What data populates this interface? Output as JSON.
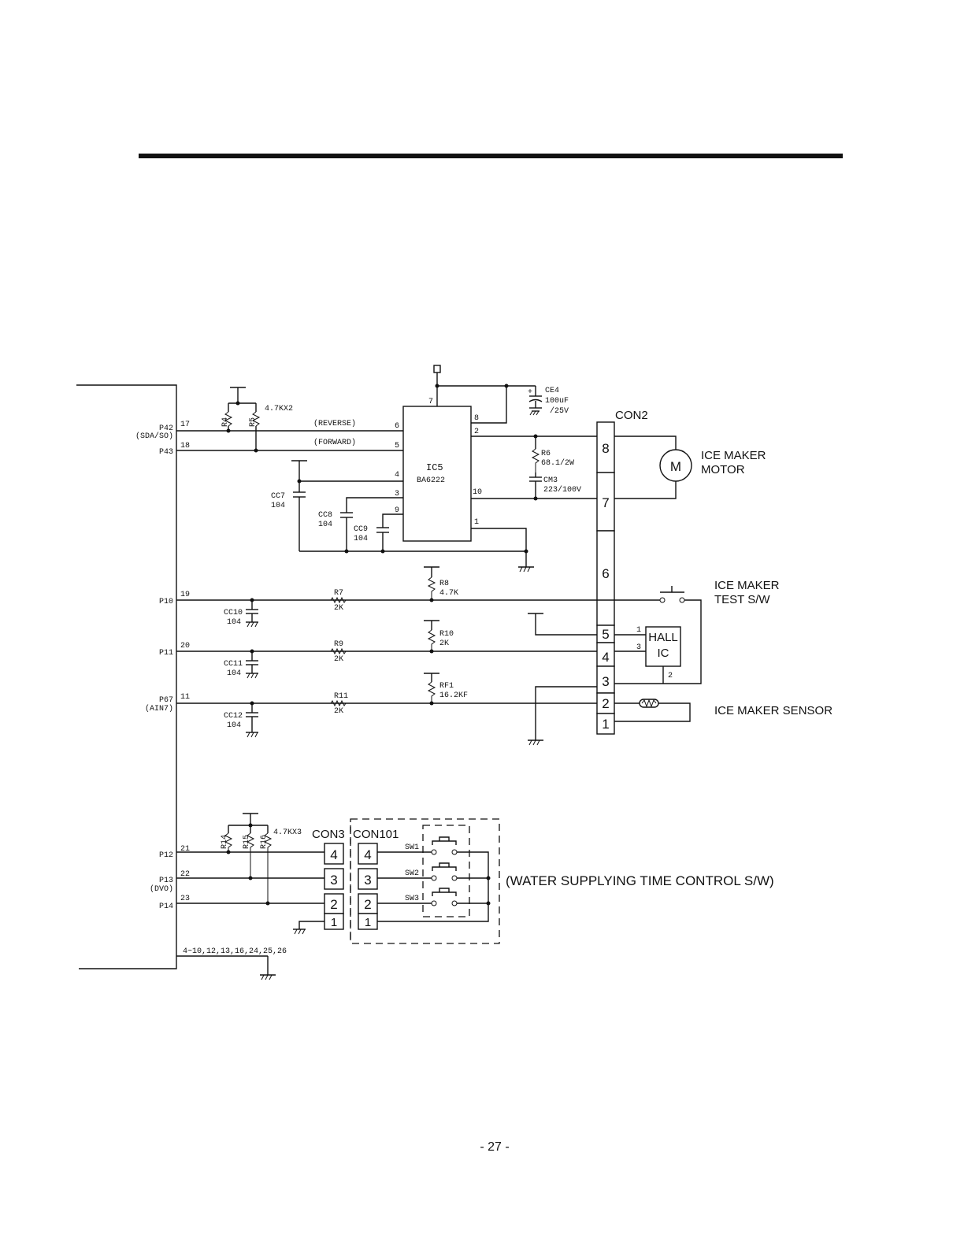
{
  "mcu": {
    "pins": [
      {
        "name": "P42",
        "num": "17"
      },
      {
        "name": "(SDA/SO)",
        "num": ""
      },
      {
        "name": "P43",
        "num": "18"
      },
      {
        "name": "P10",
        "num": "19"
      },
      {
        "name": "P11",
        "num": "20"
      },
      {
        "name": "P67",
        "num": "11"
      },
      {
        "name": "(AIN7)",
        "num": ""
      },
      {
        "name": "P12",
        "num": "21"
      },
      {
        "name": "P13",
        "num": "22"
      },
      {
        "name": "(DVO)",
        "num": ""
      },
      {
        "name": "P14",
        "num": "23"
      }
    ],
    "ground_pins": "4~10,12,13,16,24,25,26"
  },
  "resistors": {
    "r4": "R4",
    "r5": "R5",
    "r4r5_value": "4.7KX2",
    "r7": "R7",
    "r7_value": "2K",
    "r9": "R9",
    "r9_value": "2K",
    "r11": "R11",
    "r11_value": "2K",
    "r8": "R8",
    "r8_value": "4.7K",
    "r10": "R10",
    "r10_value": "2K",
    "rf1": "RF1",
    "rf1_value": "16.2KF",
    "r6": "R6",
    "r6_value": "68.1/2W",
    "r14": "R14",
    "r15": "R15",
    "r16": "R16",
    "r14_16_value": "4.7KX3"
  },
  "capacitors": {
    "ce4": "CE4",
    "ce4_value1": "100uF",
    "ce4_value2": "/25V",
    "cm3": "CM3",
    "cm3_value": "223/100V",
    "cc7": "CC7",
    "cc7_value": "104",
    "cc8": "CC8",
    "cc8_value": "104",
    "cc9": "CC9",
    "cc9_value": "104",
    "cc10": "CC10",
    "cc10_value": "104",
    "cc11": "CC11",
    "cc11_value": "104",
    "cc12": "CC12",
    "cc12_value": "104"
  },
  "ic5": {
    "name": "IC5",
    "part": "BA6222",
    "pins": {
      "p1": "1",
      "p2": "2",
      "p3": "3",
      "p4": "4",
      "p5": "5",
      "p6": "6",
      "p7": "7",
      "p8": "8",
      "p9": "9",
      "p10": "10"
    }
  },
  "signals": {
    "reverse": "(REVERSE)",
    "forward": "(FORWARD)"
  },
  "con2": {
    "label": "CON2",
    "pins": [
      "8",
      "7",
      "6",
      "5",
      "4",
      "3",
      "2",
      "1"
    ]
  },
  "motor": {
    "symbol": "M",
    "label1": "ICE MAKER",
    "label2": "MOTOR"
  },
  "test_sw": {
    "label1": "ICE MAKER",
    "label2": "TEST S/W"
  },
  "hall": {
    "label1": "HALL",
    "label2": "IC",
    "pin1": "1",
    "pin2": "2",
    "pin3": "3"
  },
  "sensor": {
    "label": "ICE MAKER SENSOR"
  },
  "con3": {
    "label": "CON3",
    "pins": [
      "4",
      "3",
      "2",
      "1"
    ]
  },
  "con101": {
    "label": "CON101",
    "pins": [
      "4",
      "3",
      "2",
      "1"
    ]
  },
  "switches": {
    "sw1": "SW1",
    "sw2": "SW2",
    "sw3": "SW3",
    "caption": "(WATER SUPPLYING TIME CONTROL S/W)"
  },
  "page_number": "- 27 -"
}
